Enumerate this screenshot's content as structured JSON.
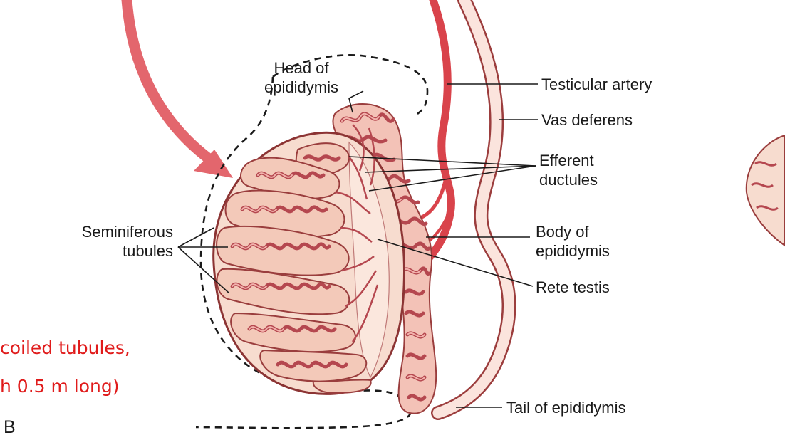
{
  "labels": {
    "head_of_epididymis": [
      "Head of",
      "epididymis"
    ],
    "testicular_artery": "Testicular artery",
    "vas_deferens": "Vas deferens",
    "efferent_ductules": [
      "Efferent",
      "ductules"
    ],
    "seminiferous_tubules": [
      "Seminiferous",
      "tubules"
    ],
    "body_of_epididymis": [
      "Body of",
      "epididymis"
    ],
    "rete_testis": "Rete testis",
    "tail_of_epididymis": "Tail of epididymis",
    "panel_letter": "B"
  },
  "annotation": {
    "line1": "coiled tubules,",
    "line2": "h 0.5 m long)"
  },
  "colors": {
    "artery": "#d9434b",
    "tissue": "#f7dccf",
    "tubule_fill": "#f3c9b9",
    "coil": "#b5474f",
    "annotation_text": "#e01b1b"
  }
}
